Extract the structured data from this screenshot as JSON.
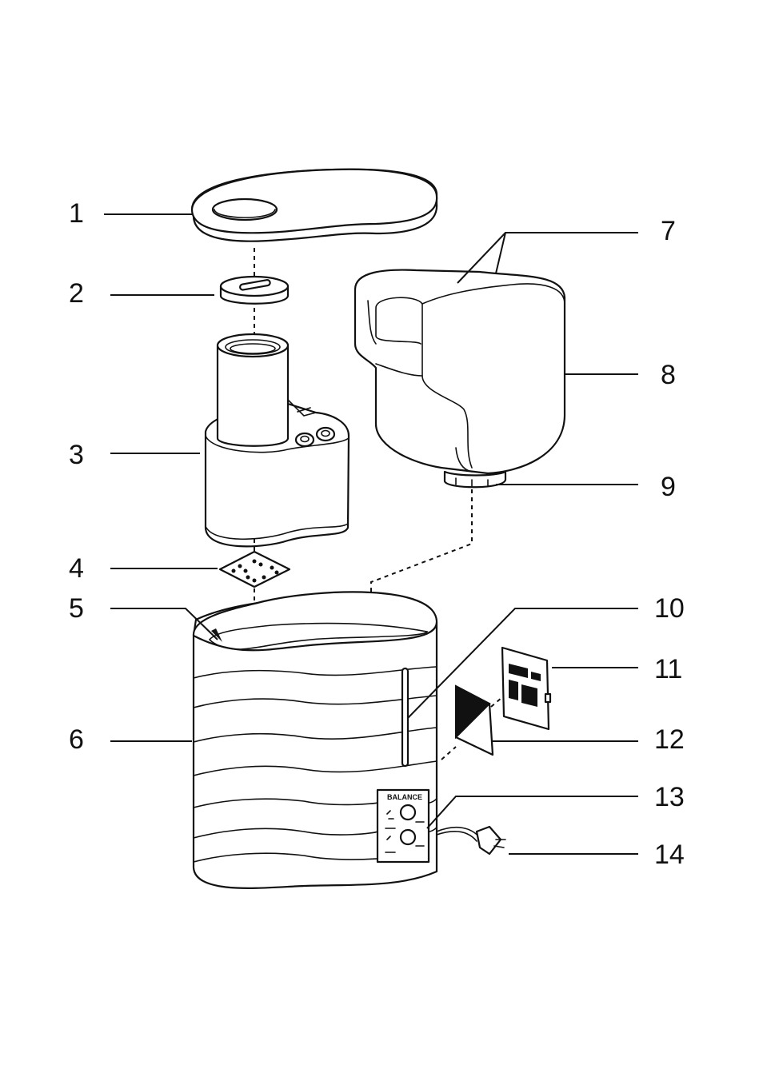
{
  "callouts": [
    {
      "id": "1",
      "label": "1"
    },
    {
      "id": "2",
      "label": "2"
    },
    {
      "id": "3",
      "label": "3"
    },
    {
      "id": "4",
      "label": "4"
    },
    {
      "id": "5",
      "label": "5"
    },
    {
      "id": "6",
      "label": "6"
    },
    {
      "id": "7",
      "label": "7"
    },
    {
      "id": "8",
      "label": "8"
    },
    {
      "id": "9",
      "label": "9"
    },
    {
      "id": "10",
      "label": "10"
    },
    {
      "id": "11",
      "label": "11"
    },
    {
      "id": "12",
      "label": "12"
    },
    {
      "id": "13",
      "label": "13"
    },
    {
      "id": "14",
      "label": "14"
    }
  ],
  "control_panel": {
    "brand": "BALANCE"
  }
}
